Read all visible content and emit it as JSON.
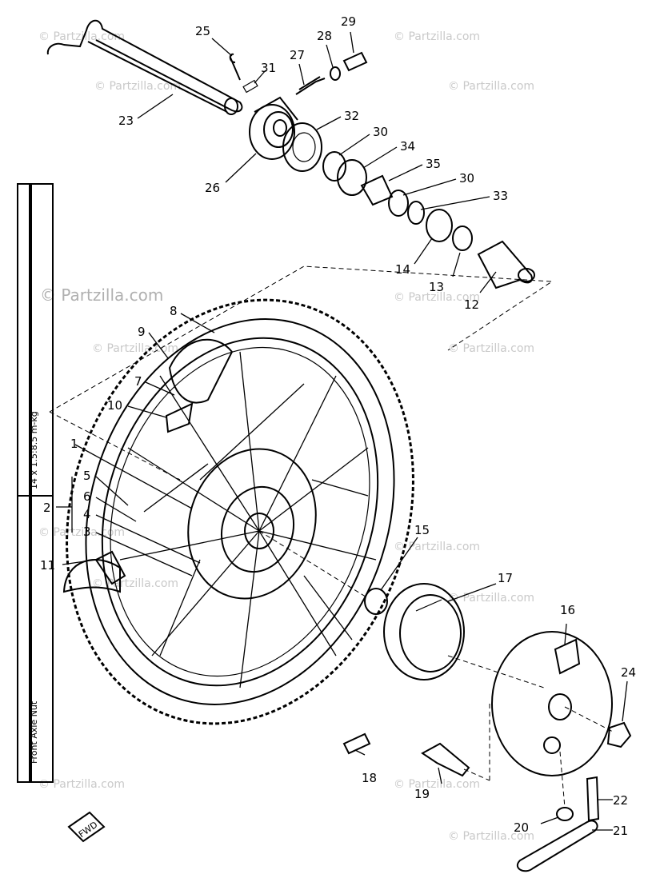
{
  "watermark": "© Partzilla.com",
  "side_bar": {
    "torque_spec": "14 x 1.5:8.5 m-kg",
    "nut_label": "Front Axle Nut"
  },
  "fwd_label": "FWD",
  "callouts": [
    "1",
    "2",
    "3",
    "4",
    "5",
    "6",
    "7",
    "8",
    "9",
    "10",
    "11",
    "12",
    "13",
    "14",
    "15",
    "16",
    "17",
    "18",
    "19",
    "20",
    "21",
    "22",
    "23",
    "24",
    "25",
    "26",
    "27",
    "28",
    "29",
    "30",
    "31",
    "32",
    "33",
    "34",
    "35"
  ],
  "callout_30_repeat": "30"
}
